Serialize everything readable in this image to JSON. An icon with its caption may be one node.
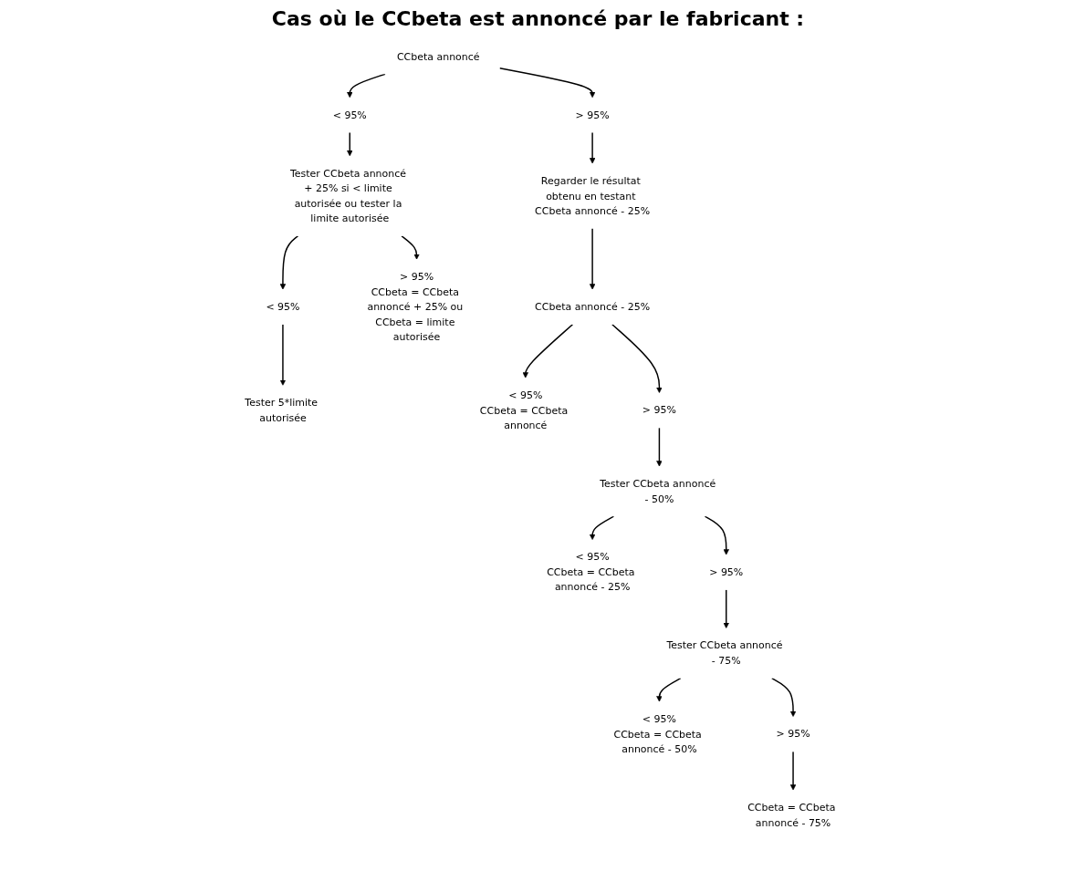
{
  "diagram": {
    "title": "Cas où le CCbeta est annoncé par le fabricant :",
    "nodes": [
      {
        "text": [
          "CCbeta annoncé"
        ]
      },
      {
        "text": [
          "< 95%"
        ]
      },
      {
        "text": [
          "> 95%"
        ]
      },
      {
        "text": [
          "Tester CCbeta annoncé + 25% si < limite autorisée ou tester la limite autorisée"
        ]
      },
      {
        "text": [
          "Regarder le résultat obtenu en testant CCbeta annoncé - 25%"
        ]
      },
      {
        "text": [
          "< 95%"
        ]
      },
      {
        "text": [
          "> 95%",
          "CCbeta = CCbeta annoncé + 25% ou CCbeta = limite autorisée"
        ]
      },
      {
        "text": [
          "Tester 5*limite autorisée"
        ]
      },
      {
        "text": [
          "CCbeta annoncé - 25%"
        ]
      },
      {
        "text": [
          "< 95%",
          "CCbeta = CCbeta annoncé"
        ]
      },
      {
        "text": [
          "> 95%"
        ]
      },
      {
        "text": [
          "Tester CCbeta annoncé - 50%"
        ]
      },
      {
        "text": [
          "< 95%",
          "CCbeta = CCbeta annoncé - 25%"
        ]
      },
      {
        "text": [
          "> 95%"
        ]
      },
      {
        "text": [
          "Tester CCbeta annoncé - 75%"
        ]
      },
      {
        "text": [
          "< 95%",
          "CCbeta = CCbeta annoncé - 50%"
        ]
      },
      {
        "text": [
          "> 95%"
        ]
      },
      {
        "text": [
          "CCbeta = CCbeta annoncé - 75%"
        ]
      }
    ],
    "edges": [
      {
        "from": 0,
        "to": 1,
        "arrow": "to"
      },
      {
        "from": 0,
        "to": 2,
        "arrow": "to"
      },
      {
        "from": 1,
        "to": 3,
        "arrow": "to"
      },
      {
        "from": 2,
        "to": 4,
        "arrow": "to"
      },
      {
        "from": 3,
        "to": 5,
        "arrow": "to"
      },
      {
        "from": 3,
        "to": 6,
        "arrow": "to"
      },
      {
        "from": 5,
        "to": 7,
        "arrow": "to"
      },
      {
        "from": 4,
        "to": 8,
        "arrow": "to"
      },
      {
        "from": 8,
        "to": 9,
        "arrow": "to"
      },
      {
        "from": 8,
        "to": 10,
        "arrow": "to"
      },
      {
        "from": 10,
        "to": 11,
        "arrow": "to"
      },
      {
        "from": 11,
        "to": 12,
        "arrow": "to"
      },
      {
        "from": 11,
        "to": 13,
        "arrow": "to"
      },
      {
        "from": 13,
        "to": 14,
        "arrow": "to"
      },
      {
        "from": 14,
        "to": 15,
        "arrow": "to"
      },
      {
        "from": 14,
        "to": 16,
        "arrow": "to"
      },
      {
        "from": 16,
        "to": 17,
        "arrow": "to"
      }
    ]
  }
}
